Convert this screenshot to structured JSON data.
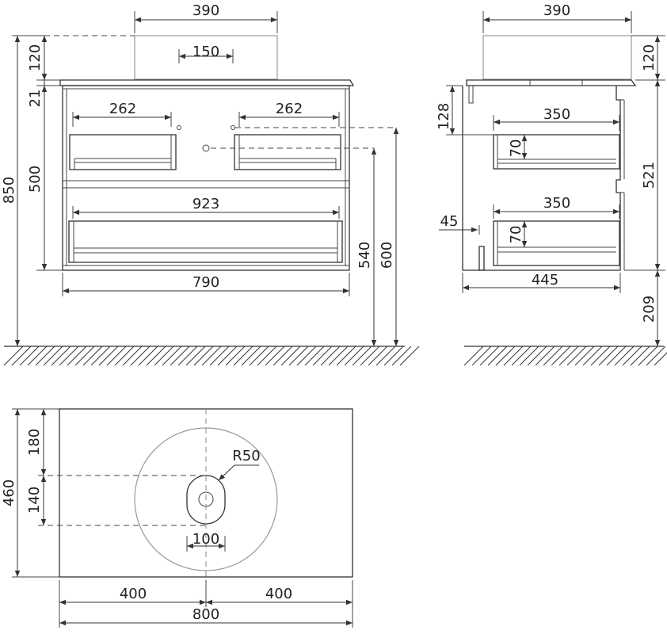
{
  "front_view": {
    "dims": {
      "basin_width": "390",
      "basin_height": "120",
      "drain_spacing": "150",
      "countertop_thickness": "21",
      "drawer_width_left": "262",
      "drawer_width_right": "262",
      "cabinet_height": "500",
      "drawer_width_bottom": "923",
      "cabinet_width": "790",
      "drain_height": "540",
      "connection_height": "600",
      "total_height": "850"
    }
  },
  "side_view": {
    "dims": {
      "basin_width": "390",
      "basin_height": "120",
      "top_offset": "128",
      "drawer_depth_top": "350",
      "drawer_front_top": "70",
      "cabinet_height": "521",
      "drawer_depth_bottom": "350",
      "panel_thickness": "45",
      "drawer_front_bottom": "70",
      "cabinet_depth": "445",
      "floor_clearance": "209"
    }
  },
  "top_view": {
    "dims": {
      "offset_top": "180",
      "basin_radius": "R50",
      "depth": "460",
      "drain_offset": "140",
      "drain_width": "100",
      "left_half": "400",
      "right_half": "400",
      "total_width": "800"
    }
  }
}
